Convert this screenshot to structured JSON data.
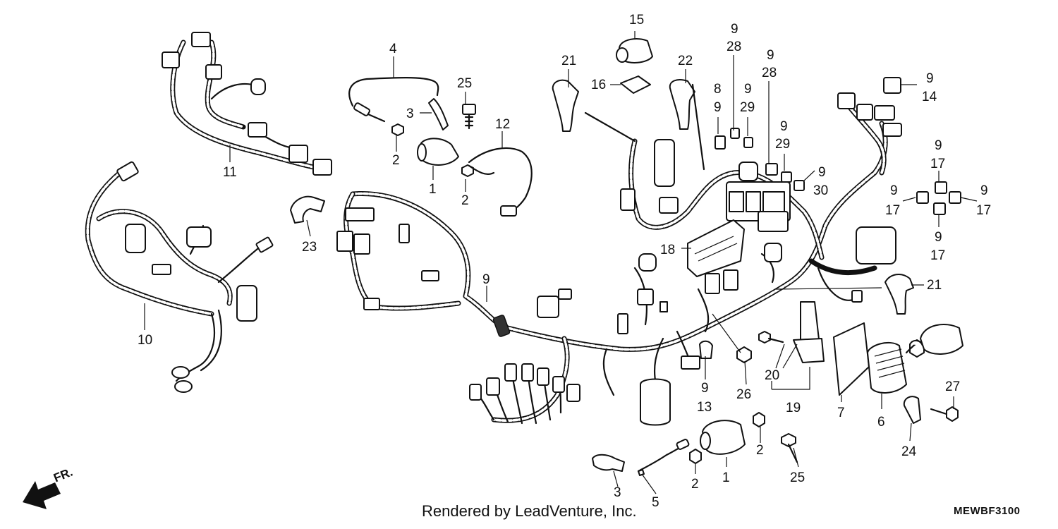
{
  "diagram": {
    "footer_credit": "Rendered by LeadVenture, Inc.",
    "diagram_code": "MEWBF3100",
    "direction_label": "FR.",
    "callouts": [
      {
        "id": "c15",
        "text": "15"
      },
      {
        "id": "c16",
        "text": "16"
      },
      {
        "id": "c9a",
        "text": "9"
      },
      {
        "id": "c28a",
        "text": "28"
      },
      {
        "id": "c9b",
        "text": "9"
      },
      {
        "id": "c28b",
        "text": "28"
      },
      {
        "id": "c21a",
        "text": "21"
      },
      {
        "id": "c22",
        "text": "22"
      },
      {
        "id": "c8",
        "text": "8"
      },
      {
        "id": "c9c",
        "text": "9"
      },
      {
        "id": "c9d",
        "text": "9"
      },
      {
        "id": "c29a",
        "text": "29"
      },
      {
        "id": "c9e",
        "text": "9"
      },
      {
        "id": "c29b",
        "text": "29"
      },
      {
        "id": "c9f",
        "text": "9"
      },
      {
        "id": "c30",
        "text": "30"
      },
      {
        "id": "c9g",
        "text": "9"
      },
      {
        "id": "c14",
        "text": "14"
      },
      {
        "id": "c9h",
        "text": "9"
      },
      {
        "id": "c17a",
        "text": "17"
      },
      {
        "id": "c9i",
        "text": "9"
      },
      {
        "id": "c17b",
        "text": "17"
      },
      {
        "id": "c9j",
        "text": "9"
      },
      {
        "id": "c17c",
        "text": "17"
      },
      {
        "id": "c9k",
        "text": "9"
      },
      {
        "id": "c17d",
        "text": "17"
      },
      {
        "id": "c4",
        "text": "4"
      },
      {
        "id": "c25a",
        "text": "25"
      },
      {
        "id": "c3a",
        "text": "3"
      },
      {
        "id": "c12",
        "text": "12"
      },
      {
        "id": "c2a",
        "text": "2"
      },
      {
        "id": "c1a",
        "text": "1"
      },
      {
        "id": "c2b",
        "text": "2"
      },
      {
        "id": "c11",
        "text": "11"
      },
      {
        "id": "c23",
        "text": "23"
      },
      {
        "id": "c10",
        "text": "10"
      },
      {
        "id": "c9main",
        "text": "9"
      },
      {
        "id": "c18",
        "text": "18"
      },
      {
        "id": "c21b",
        "text": "21"
      },
      {
        "id": "c20",
        "text": "20"
      },
      {
        "id": "c26",
        "text": "26"
      },
      {
        "id": "c9l",
        "text": "9"
      },
      {
        "id": "c13",
        "text": "13"
      },
      {
        "id": "c19",
        "text": "19"
      },
      {
        "id": "c7",
        "text": "7"
      },
      {
        "id": "c6",
        "text": "6"
      },
      {
        "id": "c27",
        "text": "27"
      },
      {
        "id": "c24",
        "text": "24"
      },
      {
        "id": "c2c",
        "text": "2"
      },
      {
        "id": "c1b",
        "text": "1"
      },
      {
        "id": "c25b",
        "text": "25"
      },
      {
        "id": "c3b",
        "text": "3"
      },
      {
        "id": "c5",
        "text": "5"
      },
      {
        "id": "c2d",
        "text": "2"
      }
    ]
  }
}
